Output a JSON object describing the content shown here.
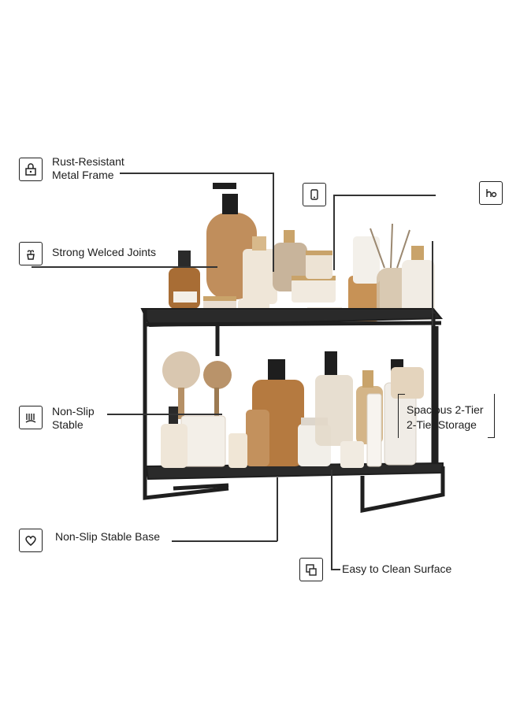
{
  "features": {
    "rust_resistant": "Rust-Resistant\nMetal Frame",
    "welded_joints": "Strong Welced Joints",
    "non_slip": "Non-Slip\nStable",
    "non_slip_base": "Non-Slip Stable Base",
    "easy_clean": "Easy to Clean Surface",
    "spacious": "Spacious 2-Tier\n2-Tier Storage"
  },
  "icons": {
    "rust_resistant": "lock-box-icon",
    "welded_joints": "plant-pot-icon",
    "non_slip": "grip-icon",
    "non_slip_base": "heart-icon",
    "easy_clean": "clean-surface-icon",
    "top_center": "phone-icon",
    "top_right": "text-tool-icon"
  },
  "colors": {
    "frame": "#1f1f1f",
    "amber_glass": "#b9824a",
    "cream": "#efe6d8",
    "gold_cap": "#c9a36a"
  }
}
